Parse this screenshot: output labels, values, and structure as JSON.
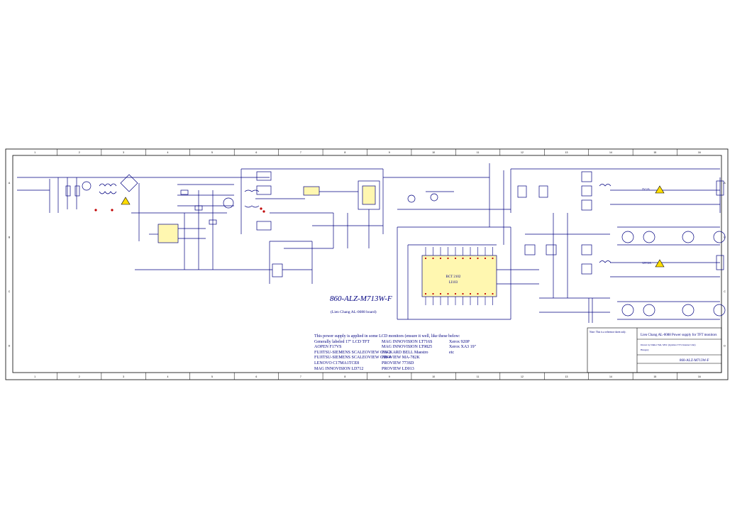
{
  "board": {
    "part_number": "860-ALZ-M713W-F",
    "board_name": "(Lien Chang AL-0088 board)",
    "ic_label": "BCT 2102",
    "ic_sublabel": "LI103"
  },
  "notes": {
    "heading": "This power supply is applied in some LCD monitors (ensure it well, like these below:",
    "col1": [
      "Generally labeled 17\" LCD TFT",
      "AOPEN F17VS",
      "FUJITSU-SIEMENS SCALEOVIEW C19-2",
      "FUJITSU-SIEMENS SCALEOVIEW C19-4",
      "LENOVO C17MA1TCE8",
      "MAG INNOVISION LD712"
    ],
    "col2": [
      "MAG INNOVISION LT716S",
      "MAG INNOVISION LT9825",
      "PACKARD BELL Maestro",
      "PROVIEW MA-782K",
      "PROVIEW 773SD",
      "PROVIEW LD013"
    ],
    "col3": [
      "Xerox 920P",
      "Xerox XA3 19\"",
      "etc"
    ]
  },
  "title_block": {
    "title": "Lien Chang AL-0088 Power supply for TFT monitors",
    "drawn_by": "Drawn by Dikler Yuli, MSC (Ignition TVS Internet Unit)",
    "country": "Hungary",
    "doc_number": "860-ALZ-M713W-F",
    "disclaimer": "Note: This is a reference sheet only.",
    "output_1": "5V/2A",
    "output_2": "12V/2A"
  },
  "border": {
    "columns": [
      "1",
      "2",
      "3",
      "4",
      "5",
      "6",
      "7",
      "8",
      "9",
      "10",
      "11",
      "12",
      "13",
      "14",
      "15",
      "16"
    ],
    "rows": [
      "A",
      "B",
      "C",
      "D"
    ]
  },
  "colors": {
    "wire": "#000080",
    "border": "#000000",
    "ic_fill": "#fff7b0",
    "warning": "#ffdd00",
    "pin": "#c00000"
  }
}
